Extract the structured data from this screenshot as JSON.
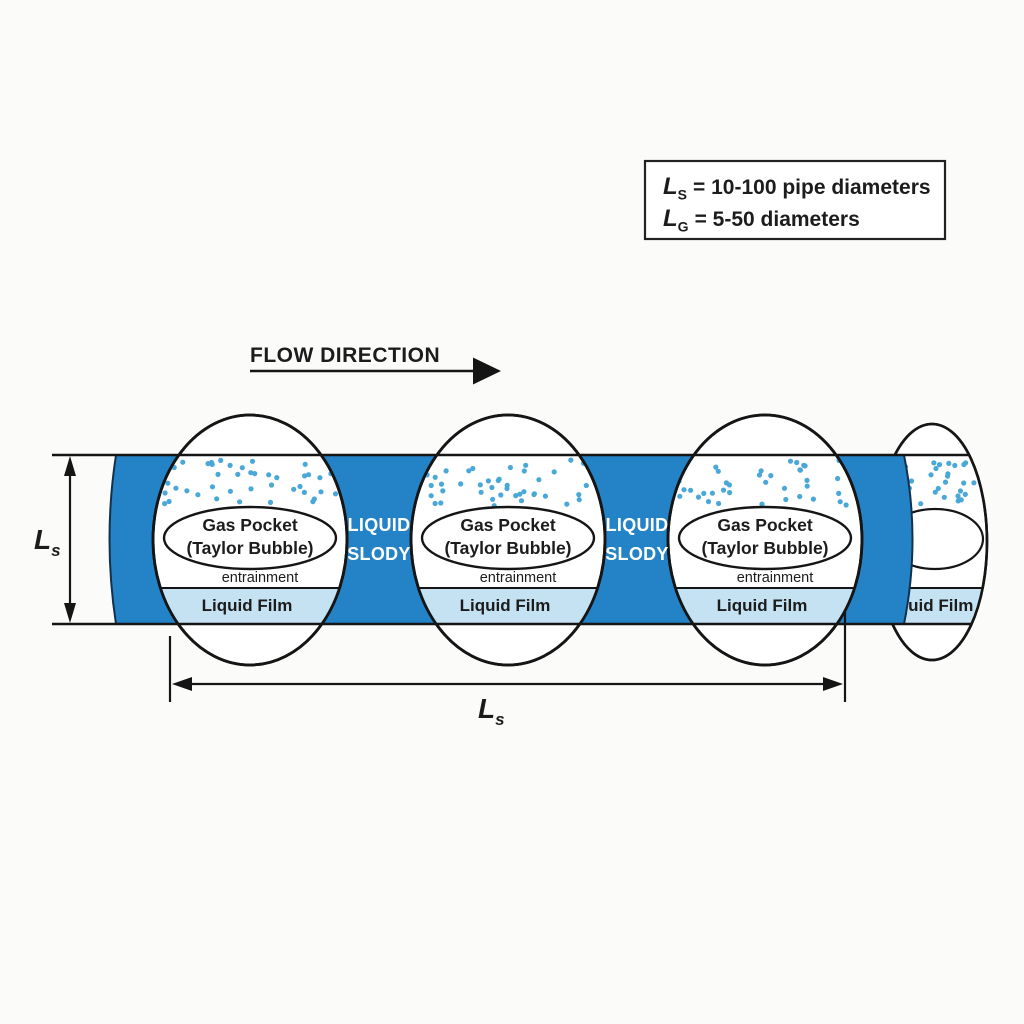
{
  "title": "Slug flow regime diagram",
  "colors": {
    "background": "#fbfbfa",
    "slug_blue": "#2482c6",
    "film_blue": "#c5e2f3",
    "bubble_dots": "#4aa8d8",
    "line_dark": "#151515",
    "text_dark": "#1c1c1c",
    "slug_label_text": "#ffffff"
  },
  "legend": {
    "lines": [
      {
        "symbol": "L",
        "sub": "S",
        "text": "= 10-100 pipe diameters"
      },
      {
        "symbol": "L",
        "sub": "G",
        "text": "= 5-50 diameters"
      }
    ]
  },
  "flow": {
    "label": "FLOW DIRECTION"
  },
  "taylor_unit": {
    "gas_pocket_line1": "Gas Pocket",
    "gas_pocket_line2": "(Taylor Bubble)",
    "entrainment": "entrainment",
    "liquid_film": "Liquid Film"
  },
  "slug_label": {
    "line1": "LIQUID",
    "line2": "SLODY"
  },
  "dimensions": {
    "vertical": {
      "symbol": "L",
      "sub": "s"
    },
    "horizontal": {
      "symbol": "L",
      "sub": "s"
    }
  }
}
